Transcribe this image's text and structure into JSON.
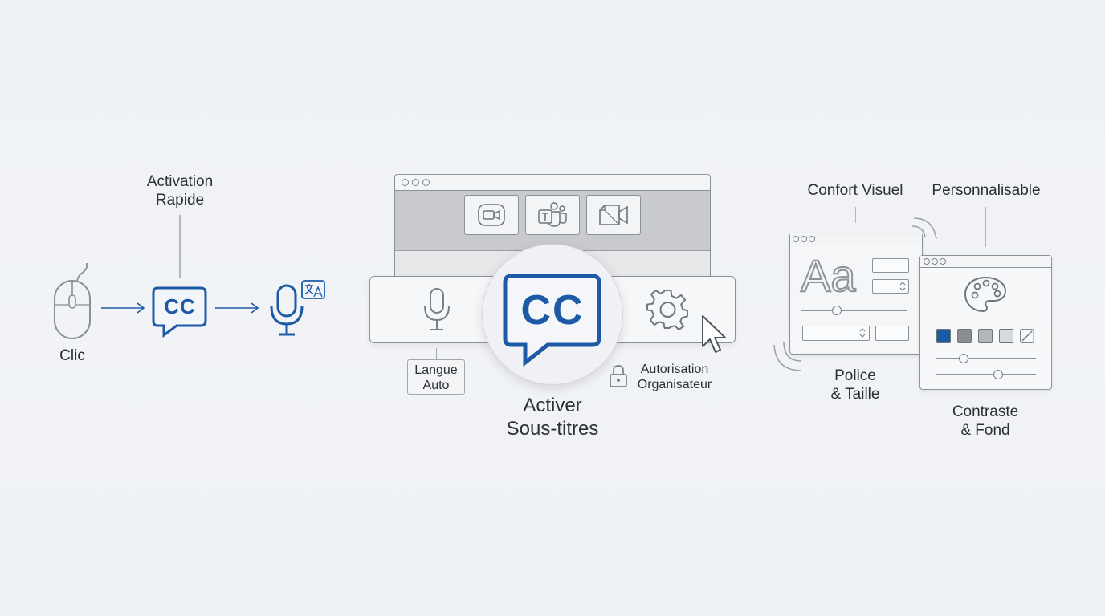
{
  "left_flow": {
    "top_label_line1": "Activation",
    "top_label_line2": "Rapide",
    "click_label": "Clic",
    "cc_text": "CC",
    "accent_color": "#1d5aa6",
    "icons": [
      "mouse-icon",
      "arrow-right-icon",
      "closed-captions-icon",
      "microphone-translate-icon"
    ]
  },
  "center": {
    "app_icons": [
      "zoom-camera-icon",
      "teams-icon",
      "meet-camera-icon"
    ],
    "toolbar_icons": [
      "microphone-icon",
      "gear-icon",
      "cursor-icon"
    ],
    "cc_text": "CC",
    "langue_line1": "Langue",
    "langue_line2": "Auto",
    "autorisation_line1": "Autorisation",
    "autorisation_line2": "Organisateur",
    "main_line1": "Activer",
    "main_line2": "Sous-titres"
  },
  "right": {
    "confort_label": "Confort Visuel",
    "personnalisable_label": "Personnalisable",
    "font_sample": "Aa",
    "police_line1": "Police",
    "police_line2": "& Taille",
    "contraste_line1": "Contraste",
    "contraste_line2": "& Fond",
    "swatch_colors": [
      "#1d5aa6",
      "#8a8e94",
      "#b3b6bb",
      "#d7d9dc"
    ],
    "icons": [
      "palette-icon",
      "no-color-icon",
      "sound-wave-icon"
    ]
  }
}
